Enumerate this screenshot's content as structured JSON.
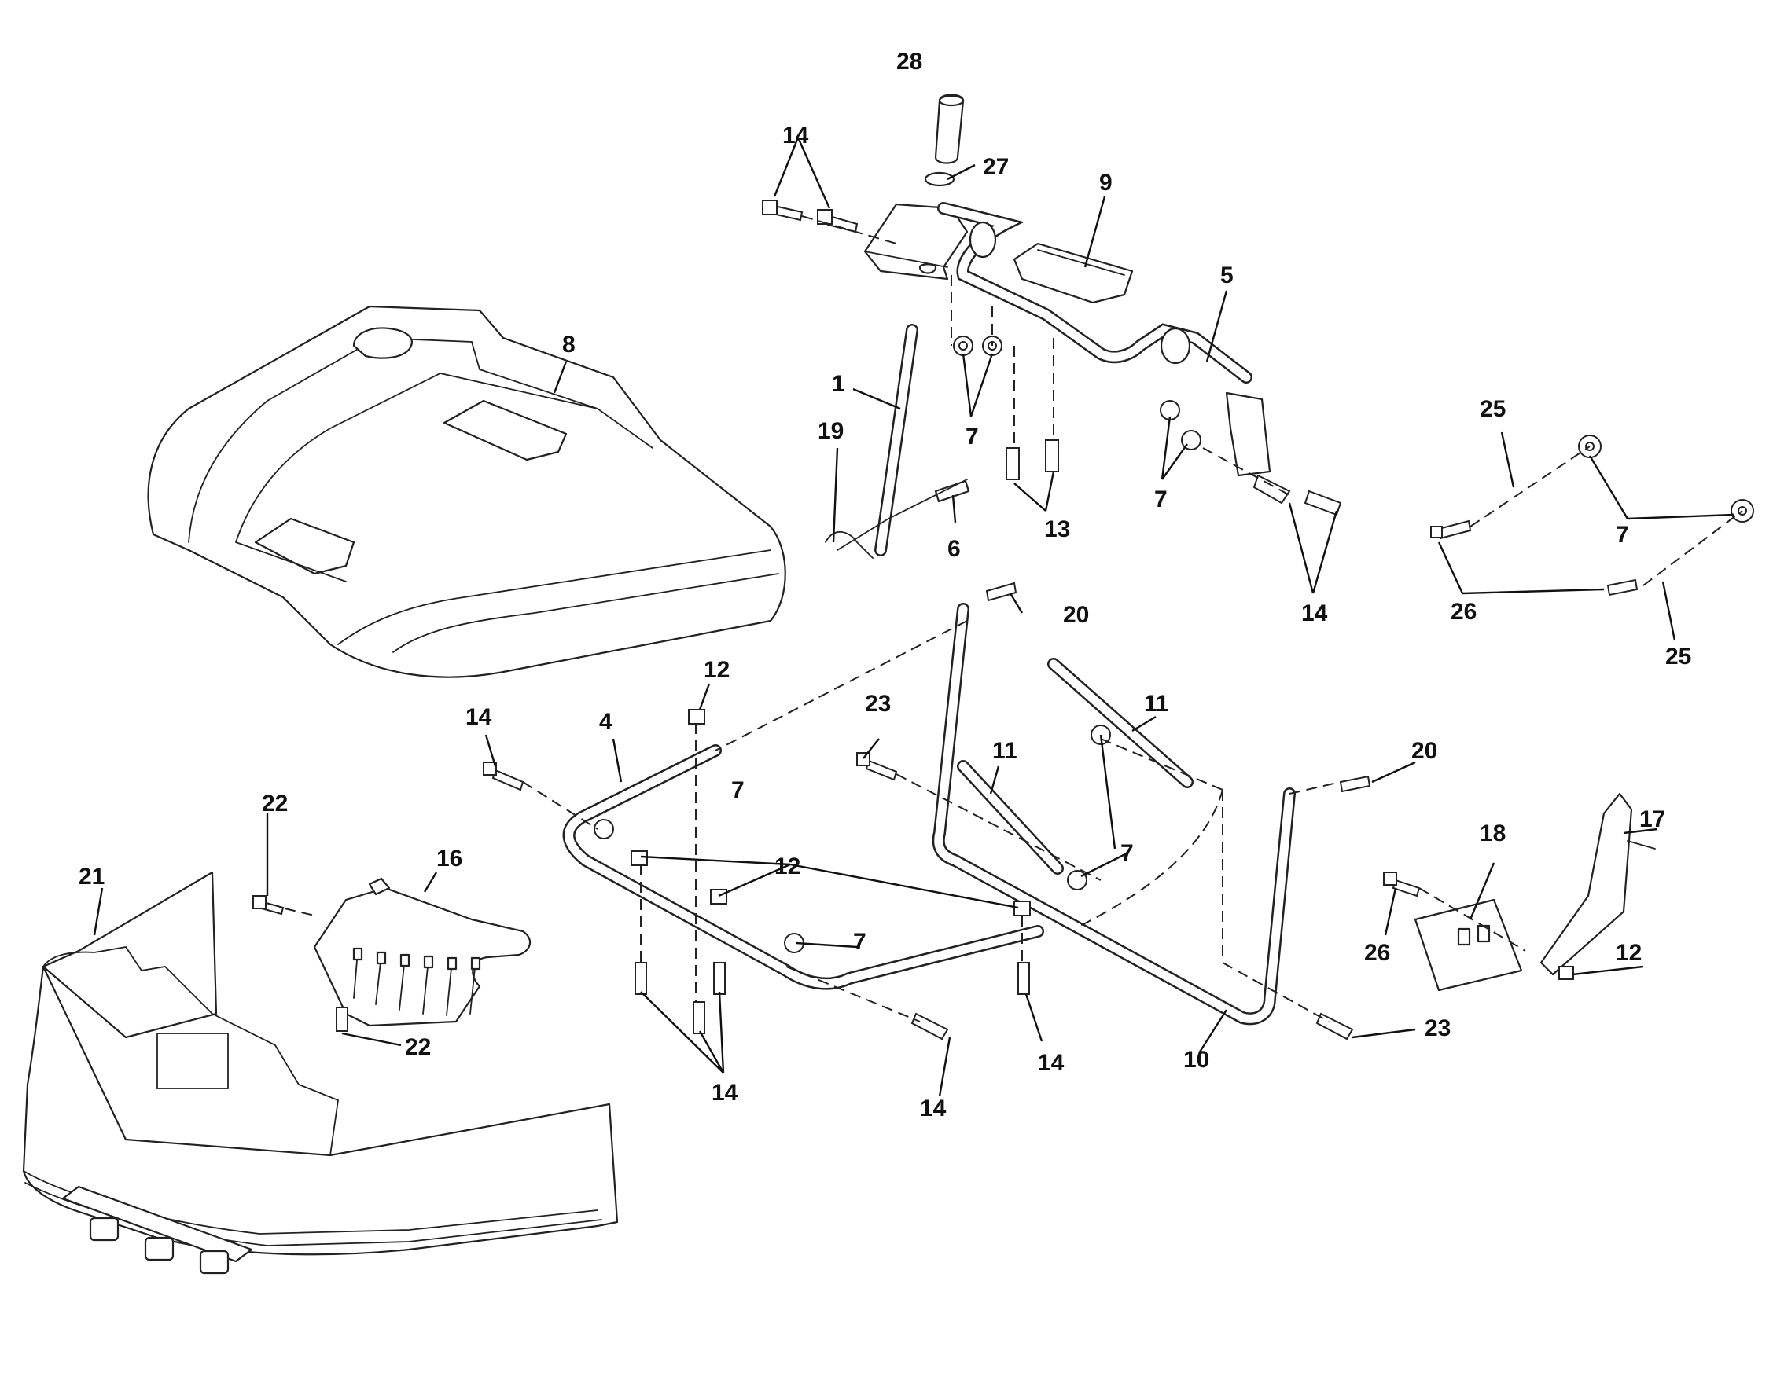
{
  "colors": {
    "line": "#222222",
    "background": "#ffffff"
  },
  "callouts": [
    {
      "id": "c28",
      "label": "28"
    },
    {
      "id": "c27",
      "label": "27"
    },
    {
      "id": "c14a",
      "label": "14"
    },
    {
      "id": "c9",
      "label": "9"
    },
    {
      "id": "c5",
      "label": "5"
    },
    {
      "id": "c8",
      "label": "8"
    },
    {
      "id": "c1",
      "label": "1"
    },
    {
      "id": "c19",
      "label": "19"
    },
    {
      "id": "c7a",
      "label": "7"
    },
    {
      "id": "c6",
      "label": "6"
    },
    {
      "id": "c13",
      "label": "13"
    },
    {
      "id": "c7b",
      "label": "7"
    },
    {
      "id": "c14b",
      "label": "14"
    },
    {
      "id": "c25a",
      "label": "25"
    },
    {
      "id": "c7c",
      "label": "7"
    },
    {
      "id": "c26a",
      "label": "26"
    },
    {
      "id": "c25b",
      "label": "25"
    },
    {
      "id": "c20a",
      "label": "20"
    },
    {
      "id": "c12a",
      "label": "12"
    },
    {
      "id": "c14c",
      "label": "14"
    },
    {
      "id": "c4",
      "label": "4"
    },
    {
      "id": "c23a",
      "label": "23"
    },
    {
      "id": "c11a",
      "label": "11"
    },
    {
      "id": "c11b",
      "label": "11"
    },
    {
      "id": "c20b",
      "label": "20"
    },
    {
      "id": "c7d",
      "label": "7"
    },
    {
      "id": "c7e",
      "label": "7"
    },
    {
      "id": "c22a",
      "label": "22"
    },
    {
      "id": "c16",
      "label": "16"
    },
    {
      "id": "c21",
      "label": "21"
    },
    {
      "id": "c12b",
      "label": "12"
    },
    {
      "id": "c7f",
      "label": "7"
    },
    {
      "id": "c18",
      "label": "18"
    },
    {
      "id": "c17",
      "label": "17"
    },
    {
      "id": "c26b",
      "label": "26"
    },
    {
      "id": "c12c",
      "label": "12"
    },
    {
      "id": "c22b",
      "label": "22"
    },
    {
      "id": "c14d",
      "label": "14"
    },
    {
      "id": "c14e",
      "label": "14"
    },
    {
      "id": "c14f",
      "label": "14"
    },
    {
      "id": "c10",
      "label": "10"
    },
    {
      "id": "c23b",
      "label": "23"
    }
  ]
}
